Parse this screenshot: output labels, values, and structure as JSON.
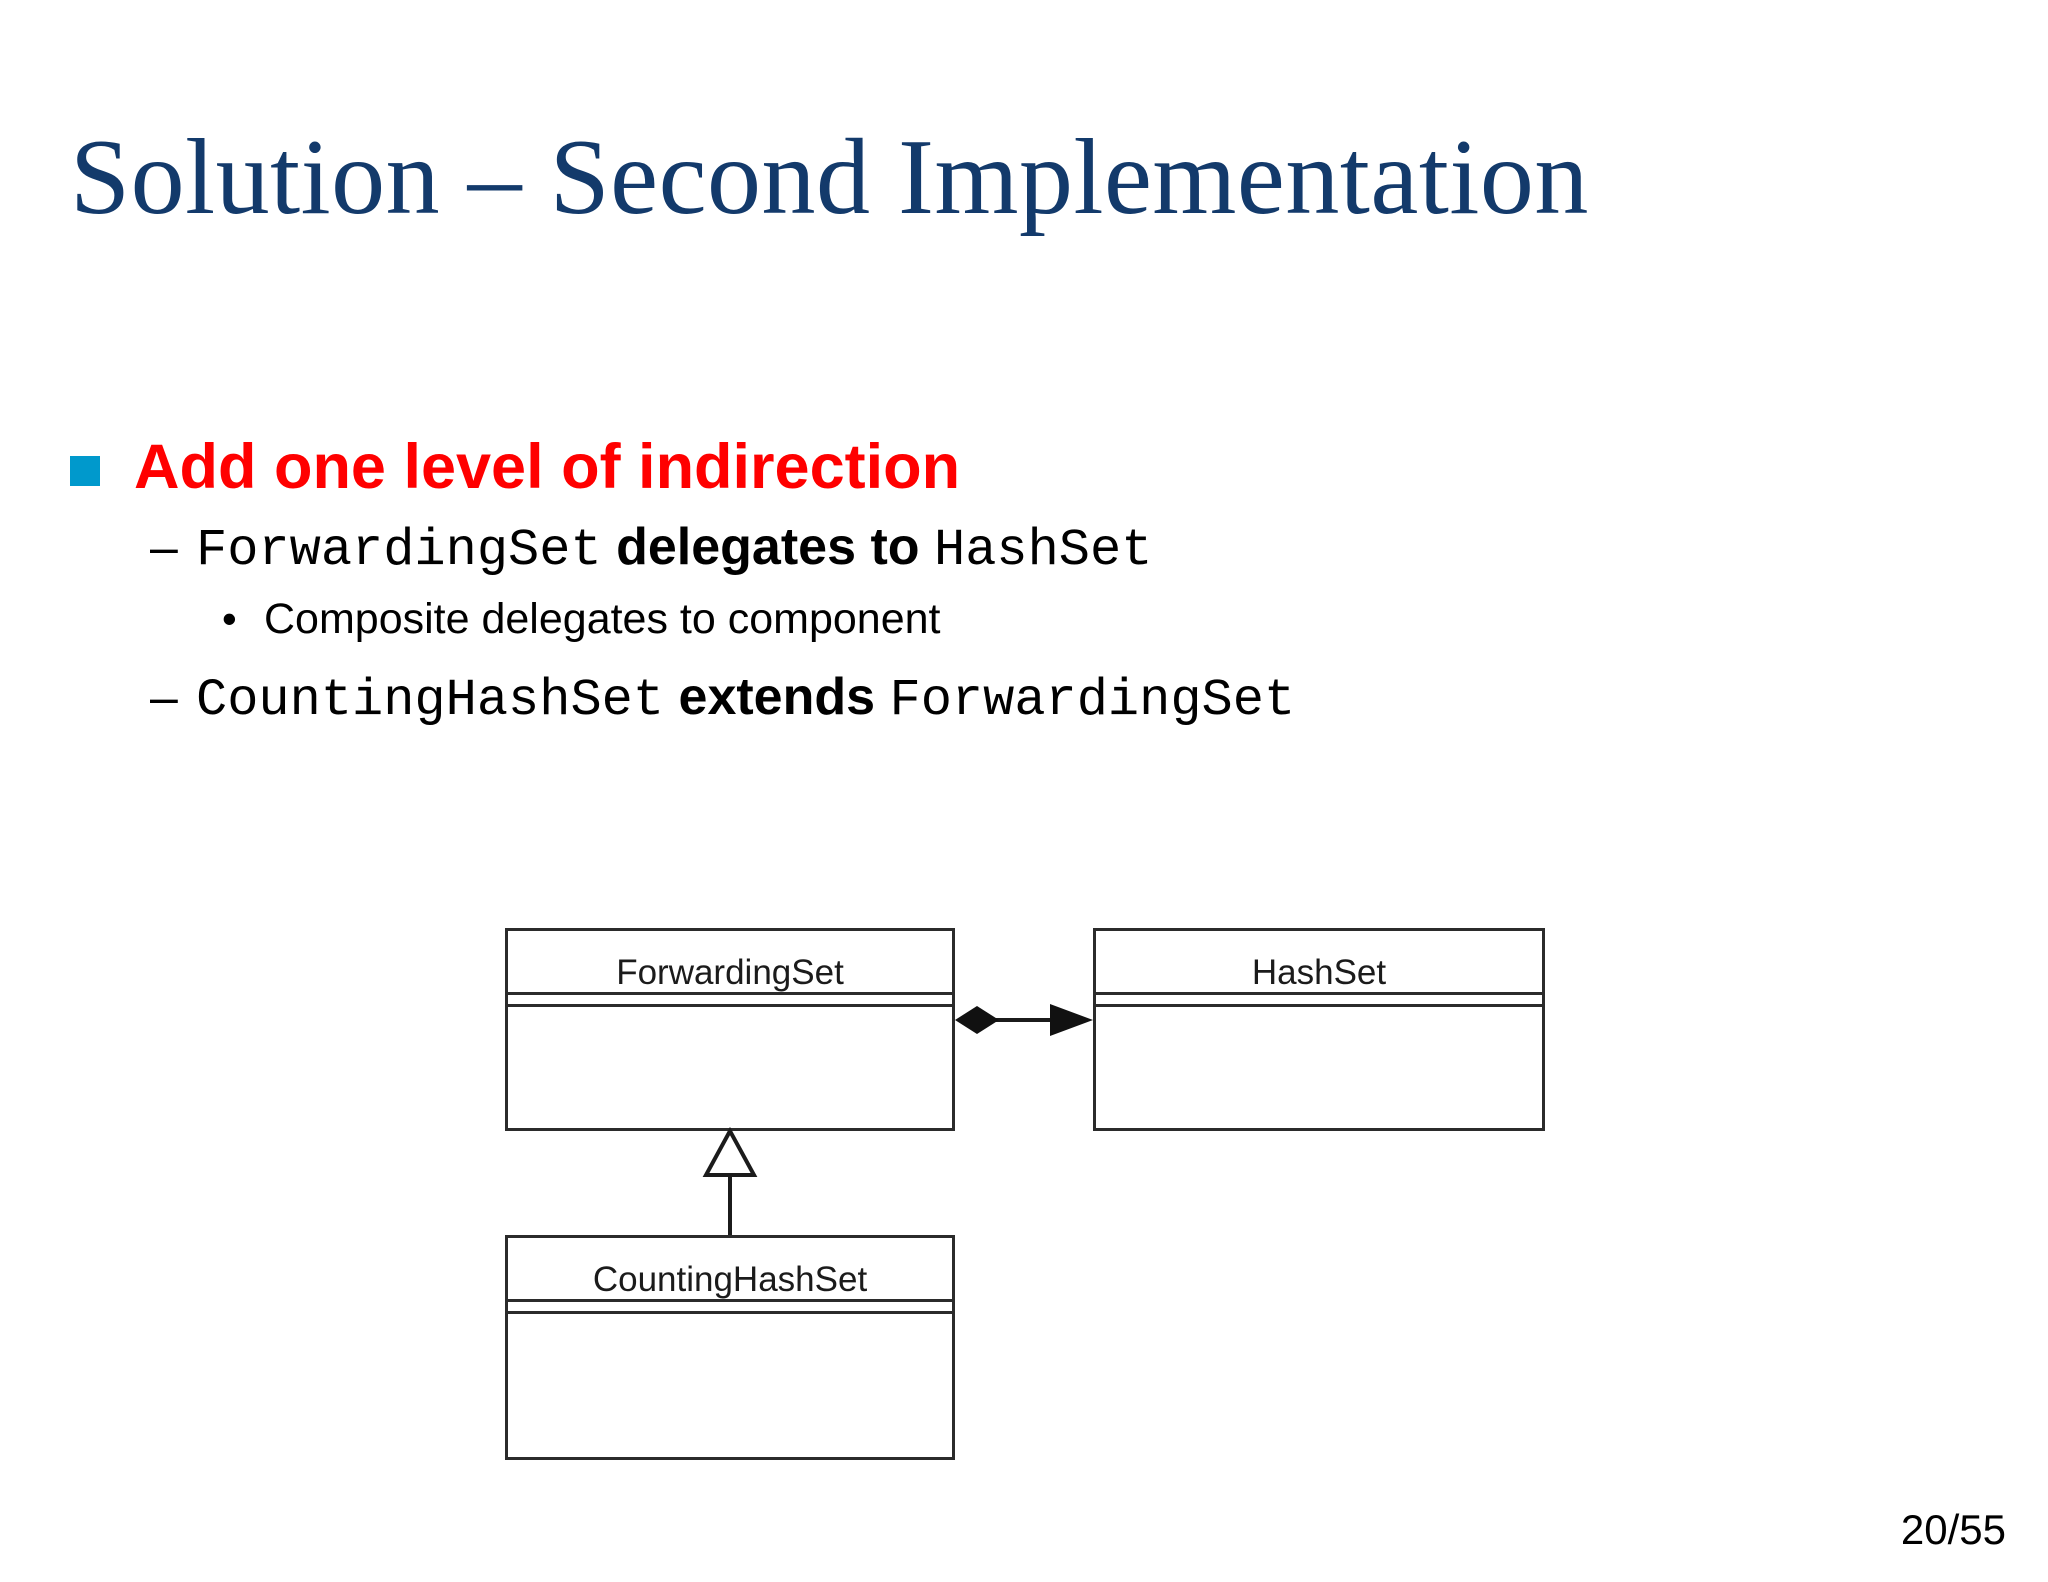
{
  "slide": {
    "title": "Solution – Second Implementation",
    "page_number": "20/55",
    "background_color": "#FFFFFF"
  },
  "colors": {
    "title": "#133A6B",
    "level1_text": "#FF0000",
    "level1_bullet_square": "#0099CC",
    "body_text": "#000000",
    "uml_stroke": "#2B2B2B"
  },
  "bullets": {
    "level1": {
      "marker": "square-bullet",
      "text": "Add one level of indirection"
    },
    "level2_first": {
      "marker": "–",
      "code_1": "ForwardingSet",
      "prose": " delegates to ",
      "code_2": "HashSet"
    },
    "level3": {
      "marker": "•",
      "text": "Composite delegates to component"
    },
    "level2_second": {
      "marker": "–",
      "code_1": "CountingHashSet",
      "prose": " extends ",
      "code_2": "ForwardingSet"
    }
  },
  "uml": {
    "classes": [
      {
        "id": "forwardingset",
        "name": "ForwardingSet"
      },
      {
        "id": "hashset",
        "name": "HashSet"
      },
      {
        "id": "countinghashset",
        "name": "CountingHashSet"
      }
    ],
    "relations": [
      {
        "type": "composition",
        "from": "ForwardingSet",
        "to": "HashSet",
        "source_decoration": "filled-diamond",
        "target_decoration": "solid-arrowhead"
      },
      {
        "type": "generalization",
        "from": "CountingHashSet",
        "to": "ForwardingSet",
        "target_decoration": "hollow-triangle"
      }
    ]
  }
}
